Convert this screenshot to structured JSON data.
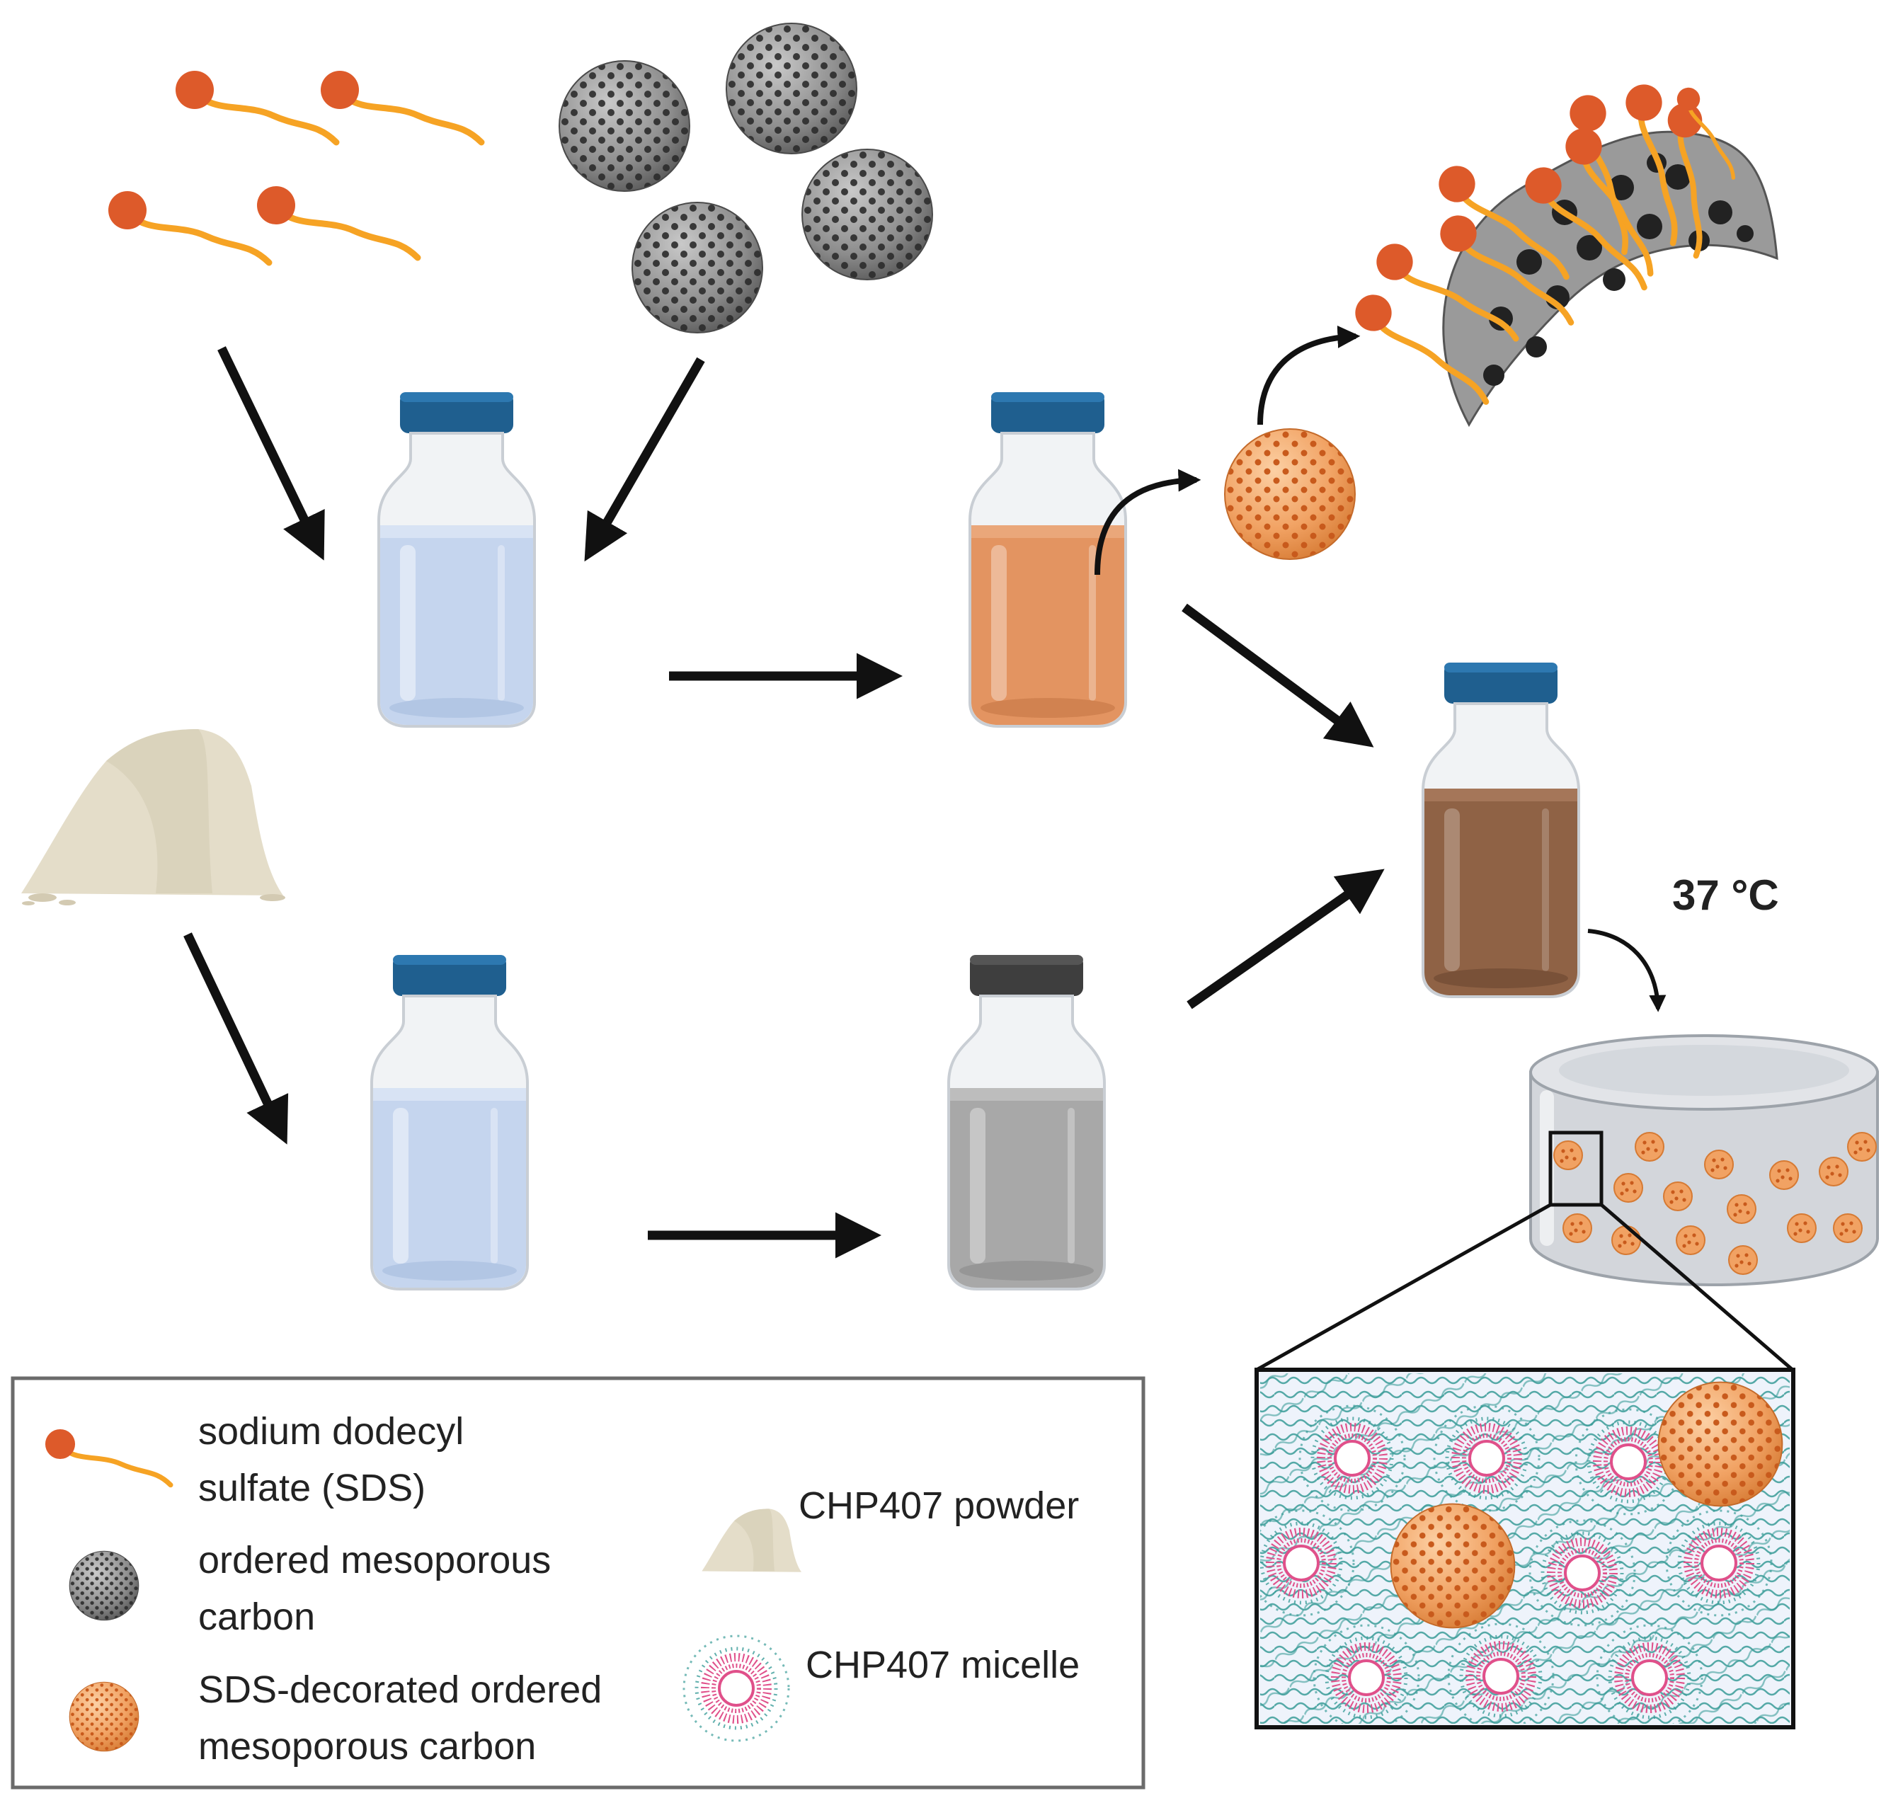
{
  "temperature_label": "37 °C",
  "legend": {
    "sds_line1": "sodium dodecyl",
    "sds_line2": "sulfate (SDS)",
    "omc_line1": "ordered mesoporous",
    "omc_line2": "carbon",
    "sds_omc_line1": "SDS-decorated ordered",
    "sds_omc_line2": "mesoporous carbon",
    "powder": "CHP407 powder",
    "micelle": "CHP407 micelle"
  },
  "colors": {
    "sds_head": "#dd5a2a",
    "sds_tail": "#f6a324",
    "omc": "#8a8a8a",
    "omc_pore": "#2b2b2b",
    "sds_omc": "#f1a263",
    "sds_omc_pore": "#c85a1c",
    "cap_blue": "#1f5f8f",
    "cap_dark": "#3e3e3e",
    "liquid_blue": "#c5d5ee",
    "liquid_orange": "#e39461",
    "liquid_brown": "#8f6245",
    "liquid_gray": "#a8a8a8",
    "powder": "#e4ddc9",
    "micelle_outer": "#3a9c98",
    "micelle_inner": "#e0508a",
    "gel_bg": "#eef3fb"
  }
}
